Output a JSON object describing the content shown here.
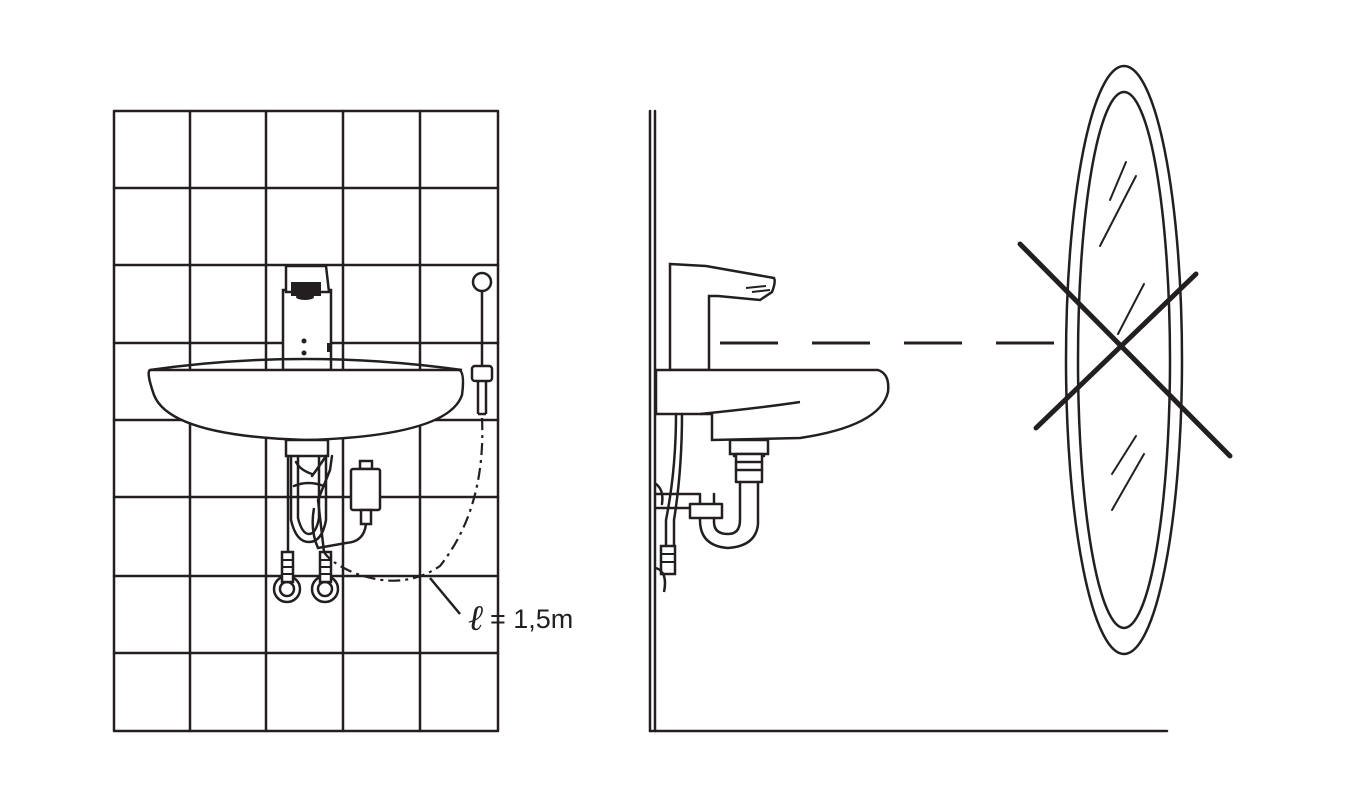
{
  "diagram": {
    "hose_length_label": {
      "symbol": "ℓ",
      "text": "= 1,5m"
    },
    "colors": {
      "ink": "#231f20",
      "background": "#ffffff"
    },
    "icons": [
      "tile-wall",
      "washbasin",
      "sensor-faucet",
      "shower-hose",
      "control-box",
      "angle-valves",
      "mirror",
      "cross-out-mark"
    ]
  }
}
